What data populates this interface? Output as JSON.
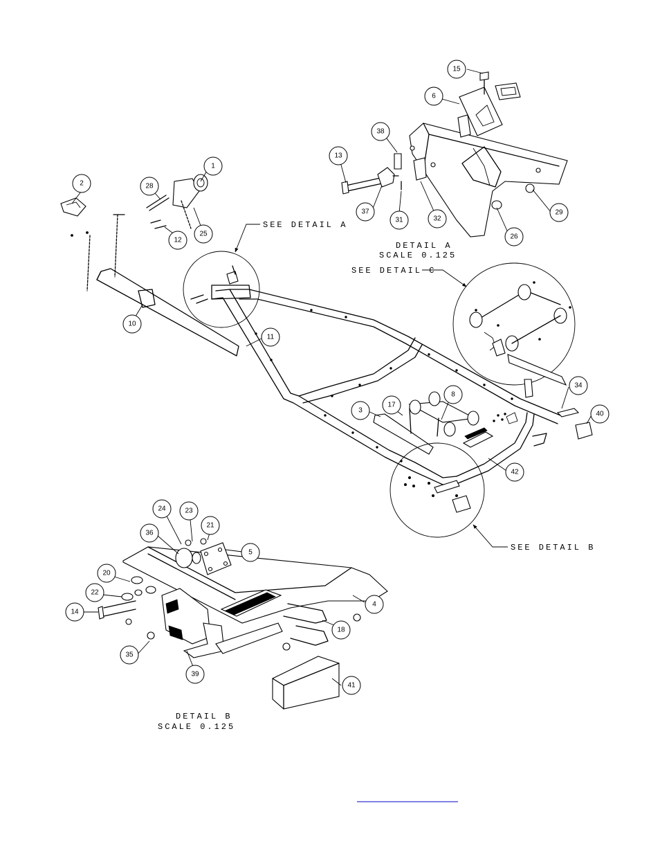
{
  "callouts": {
    "c1": "1",
    "c2": "2",
    "c3": "3",
    "c4": "4",
    "c5": "5",
    "c6": "6",
    "c8": "8",
    "c10": "10",
    "c11": "11",
    "c12": "12",
    "c13": "13",
    "c14": "14",
    "c15": "15",
    "c17": "17",
    "c18": "18",
    "c20": "20",
    "c21": "21",
    "c22": "22",
    "c23": "23",
    "c24": "24",
    "c25": "25",
    "c26": "26",
    "c28": "28",
    "c29": "29",
    "c31": "31",
    "c32": "32",
    "c34": "34",
    "c35": "35",
    "c36": "36",
    "c37": "37",
    "c38": "38",
    "c39": "39",
    "c40": "40",
    "c41": "41",
    "c42": "42"
  },
  "notes": {
    "see_detail_a": "SEE DETAIL A",
    "see_detail_b": "SEE DETAIL B",
    "see_detail_c": "SEE DETAIL C",
    "detail_a_title": "DETAIL A",
    "detail_a_scale": "SCALE 0.125",
    "detail_b_title": "DETAIL B",
    "detail_b_scale": "SCALE 0.125"
  },
  "colors": {
    "ink": "#000000",
    "link": "#0000cc"
  }
}
